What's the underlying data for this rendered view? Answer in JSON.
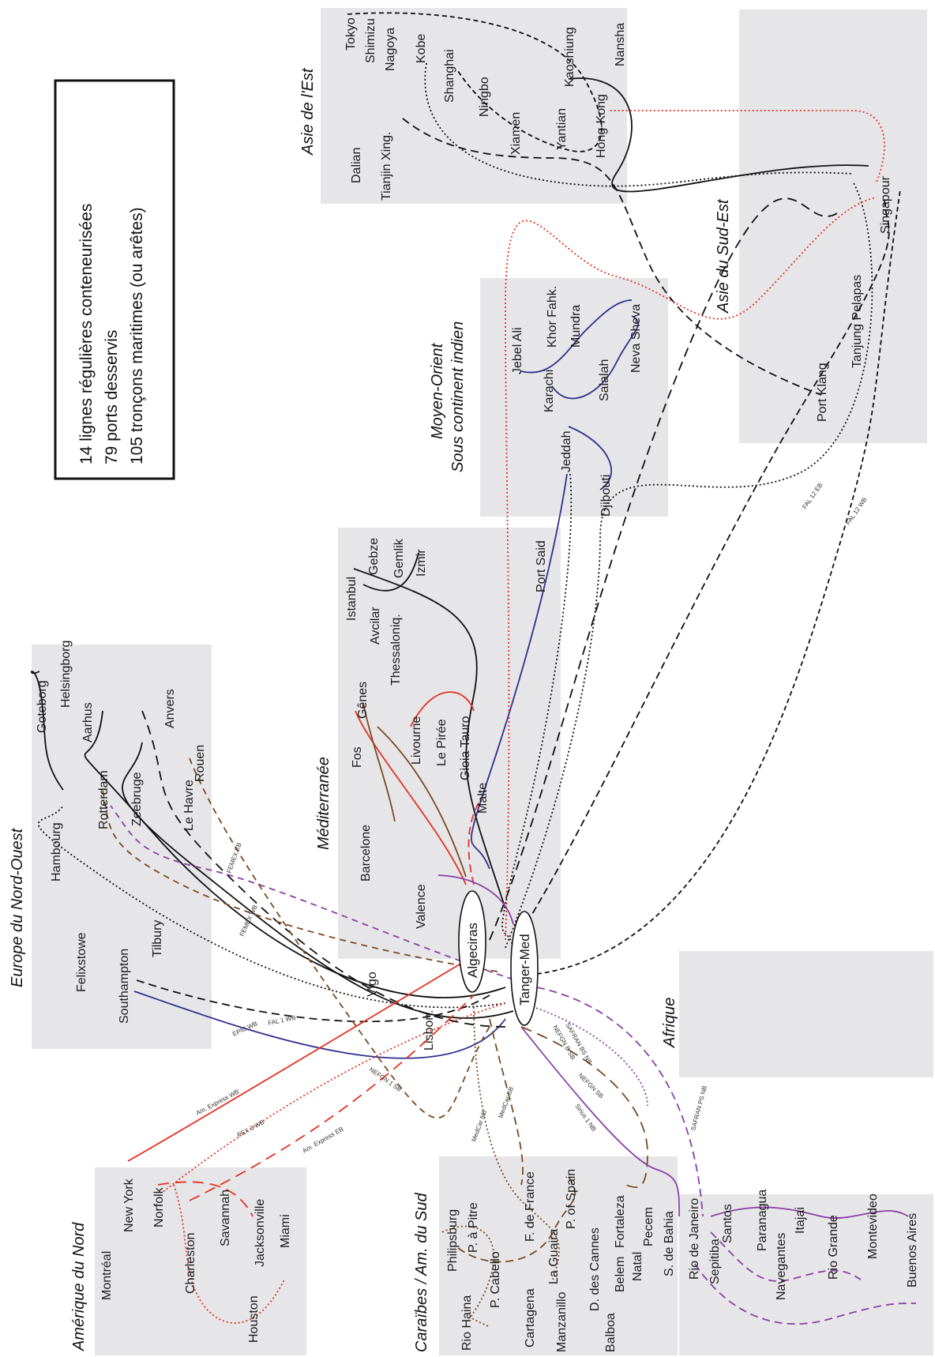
{
  "legend": {
    "line1": "14 lignes régulières conteneurisées",
    "line2": "79 ports desservis",
    "line3": "105 tronçons maritimes (ou arêtes)"
  },
  "regions": {
    "asie_est": "Asie de l'Est",
    "asie_sud_est": "Asie du Sud-Est",
    "moyen_orient_1": "Moyen-Orient",
    "moyen_orient_2": "Sous continent indien",
    "mediterranee": "Méditerranée",
    "europe_no": "Europe du Nord-Ouest",
    "afrique": "Afrique",
    "amerique_nord": "Amérique du Nord",
    "caraibes": "Caraïbes / Am. du Sud"
  },
  "hubs": {
    "algeciras": "Algeciras",
    "tanger_med": "Tanger-Med"
  },
  "ports": {
    "tokyo": "Tokyo",
    "shimizu": "Shimizu",
    "nagoya": "Nagoya",
    "kobe": "Kobe",
    "shanghai": "Shanghai",
    "ningbo": "Ningbo",
    "kaoshiung": "Kaoshiung",
    "nansha": "Nansha",
    "dalian": "Dalian",
    "tianjin": "Tianjin Xing.",
    "xiamen": "Xiamen",
    "yantian": "Yantian",
    "hongkong": "Hong-Kong",
    "singapour": "Singapour",
    "tanjung": "Tanjung Pelapas",
    "port_klang": "Port Klang",
    "jebel_ali": "Jebel Ali",
    "khor_fahk": "Khor Fahk.",
    "karachi": "Karachi",
    "mundra": "Mundra",
    "neva_sheva": "Neva Sheva",
    "salalah": "Salalah",
    "jeddah": "Jeddah",
    "djibouti": "Djibouti",
    "port_said": "Port Said",
    "istanbul": "Istanbul",
    "gebze": "Gebze",
    "gemlik": "Gemlik",
    "izmir": "Izmir",
    "avcilar": "Avcilar",
    "thessaloniq": "Thessaloniq.",
    "genes": "Gênes",
    "fos": "Fos",
    "livourne": "Livourne",
    "le_piree": "Le Pirée",
    "gioia_tauro": "Gioia Tauro",
    "malte": "Malte",
    "barcelone": "Barcelone",
    "valence": "Valence",
    "vigo": "Vigo",
    "lisbon": "Lisbon.",
    "goteborg": "Goteborg",
    "helsingborg": "Helsingborg",
    "aarhus": "Aarhus",
    "anvers": "Anvers",
    "rouen": "Rouen",
    "le_havre": "Le Havre",
    "zeebruge": "Zeebruge",
    "rotterdam": "Rotterdam",
    "hambourg": "Hambourg",
    "tilbury": "Tilbury",
    "felixstowe": "Felixstowe",
    "southampton": "Southampton",
    "montreal": "Montréal",
    "new_york": "New York",
    "norfolk": "Norfolk",
    "charleston": "Charleston",
    "savannah": "Savannah",
    "jacksonville": "Jacksonville",
    "miami": "Miami",
    "houston": "Houston",
    "philipsburg": "Philipsburg",
    "rio_haina": "Rio Haina",
    "p_a_pitre": "P. à Pitre",
    "p_cabello": "P. Cabello",
    "f_de_france": "F. de France",
    "cartagena": "Cartagena",
    "manzanillo": "Manzanillo",
    "la_guaira": "La Guaira",
    "p_of_spain": "P. of Spain",
    "d_des_cannes": "D. des Cannes",
    "balboa": "Balboa",
    "belem": "Belem",
    "fortaleza": "Fortaleza",
    "natal": "Natal",
    "pecem": "Pecem",
    "s_de_bahia": "S. de Bahia",
    "rio_de_janeiro": "Rio de Janeiro",
    "sepitiba": "Sepitiba",
    "santos": "Santos",
    "paranagua": "Paranagua",
    "navegantes": "Navegantes",
    "itajai": "Itajai",
    "rio_grande": "Rio Grande",
    "montevideo": "Montevideo",
    "buenos_aires": "Buenos Aires"
  },
  "line_labels": {
    "fal12eb": "FAL 12 EB",
    "fal12wb": "FAL 12 WB",
    "femexeb": "FEMEX EB",
    "femexwb": "FEMEX WB",
    "epicwb": "EPIC WB",
    "fal1wb": "FAL 1 WB",
    "amexpwb": "Am. Express WB",
    "pex3wb": "PEX 3 WB",
    "amexpeb": "Am. Express EB",
    "nefgn1sb": "NEFGN 1 SB",
    "medcarnb": "MedCar NB",
    "medcarsb": "MedCar SB",
    "safranbsnb": "SAFRAN BS NB",
    "nefgnbsb": "NEFGN B SB",
    "nefgnsb": "NEFGN SB",
    "sirius1nb": "Sirius 1 NB",
    "safranpsnb": "SAFRAN PS NB"
  },
  "colors": {
    "black": "#111111",
    "red": "#e53222",
    "blue": "#2f2f8f",
    "brown": "#7a4a22",
    "purple": "#8a3fa6",
    "region_fill": "#e6e6e8"
  }
}
